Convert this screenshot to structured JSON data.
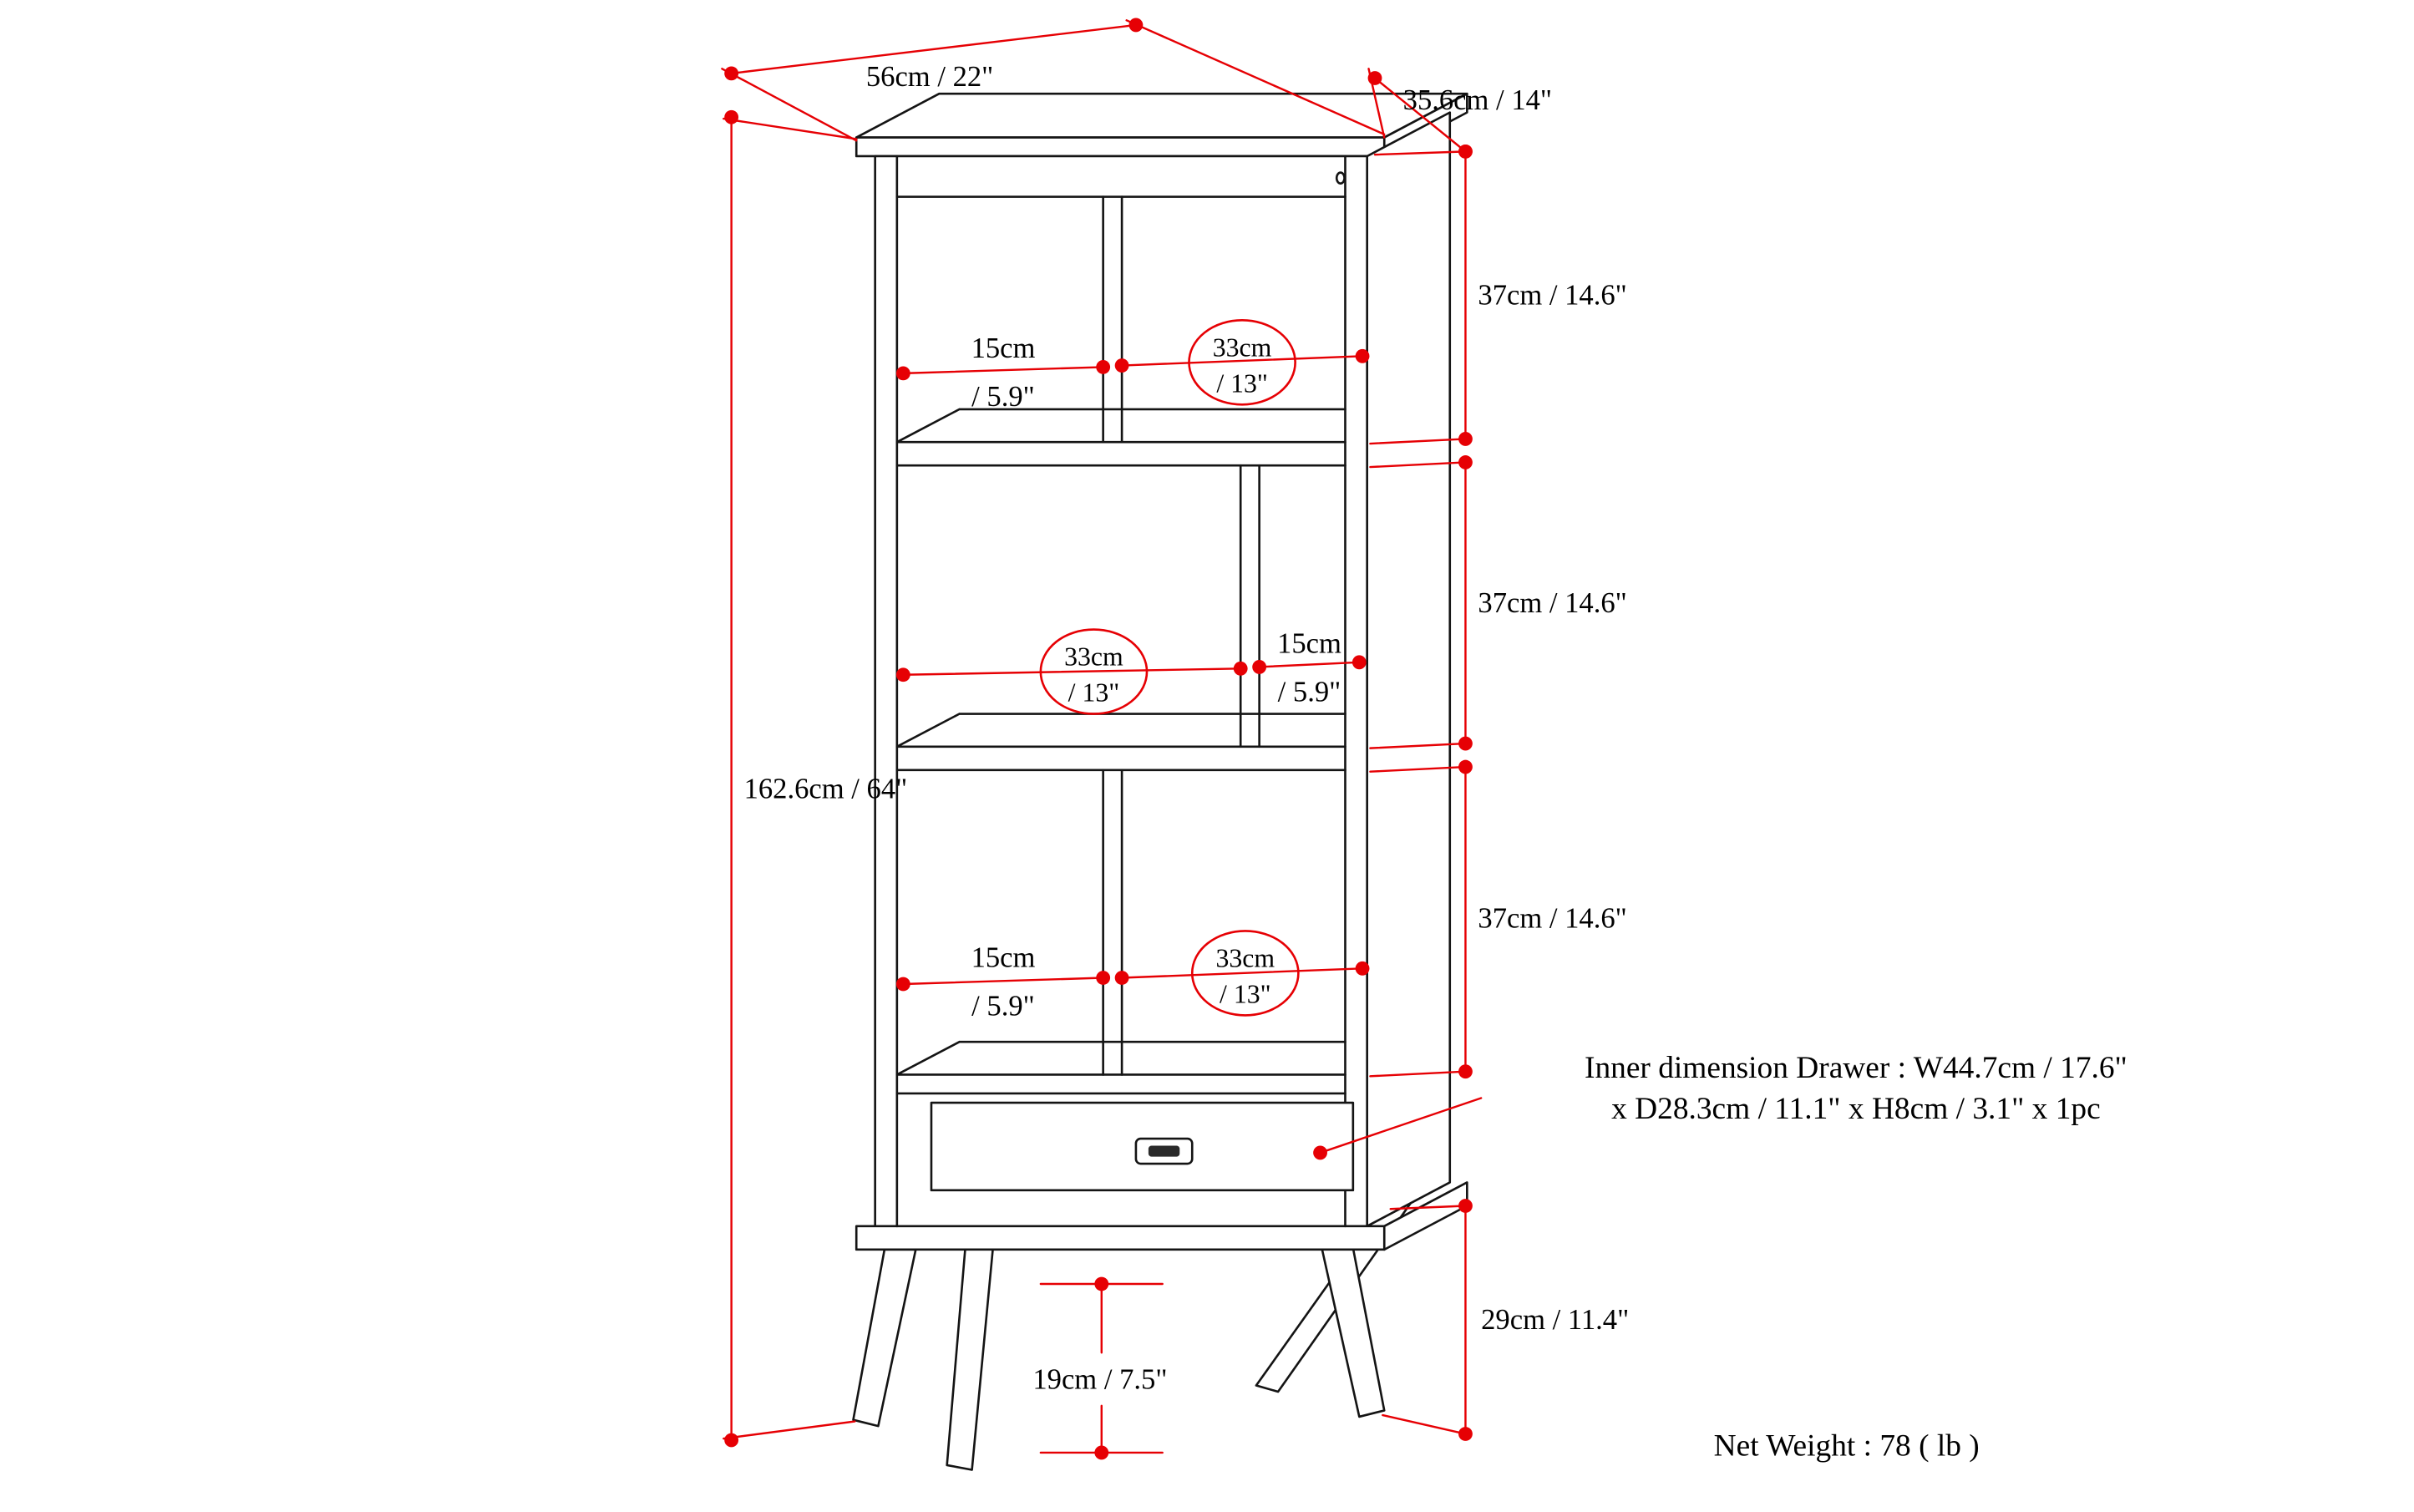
{
  "colors": {
    "dimension_red": "#e60004",
    "line_black": "#141414",
    "background": "#ffffff"
  },
  "dims": {
    "top_width": "56cm / 22\"",
    "top_depth": "35.6cm / 14\"",
    "total_height": "162.6cm / 64\"",
    "sections": {
      "top": "37cm / 14.6\"",
      "middle": "37cm / 14.6\"",
      "bottom": "37cm / 14.6\""
    },
    "cubby_top": {
      "small_1": "15cm",
      "small_2": "/ 5.9\"",
      "wide_1": "33cm",
      "wide_2": "/ 13\""
    },
    "cubby_middle": {
      "wide_1": "33cm",
      "wide_2": "/ 13\"",
      "small_1": "15cm",
      "small_2": "/ 5.9\""
    },
    "cubby_bottom": {
      "small_1": "15cm",
      "small_2": "/ 5.9\"",
      "wide_1": "33cm",
      "wide_2": "/ 13\""
    },
    "leg_height": "29cm / 11.4\"",
    "floor_clearance": "19cm / 7.5\""
  },
  "notes": {
    "drawer_inner_line1": "Inner dimension Drawer : W44.7cm / 17.6\"",
    "drawer_inner_line2": "x D28.3cm / 11.1\" x H8cm / 3.1\" x 1pc",
    "net_weight": "Net Weight : 78 ( lb )"
  }
}
